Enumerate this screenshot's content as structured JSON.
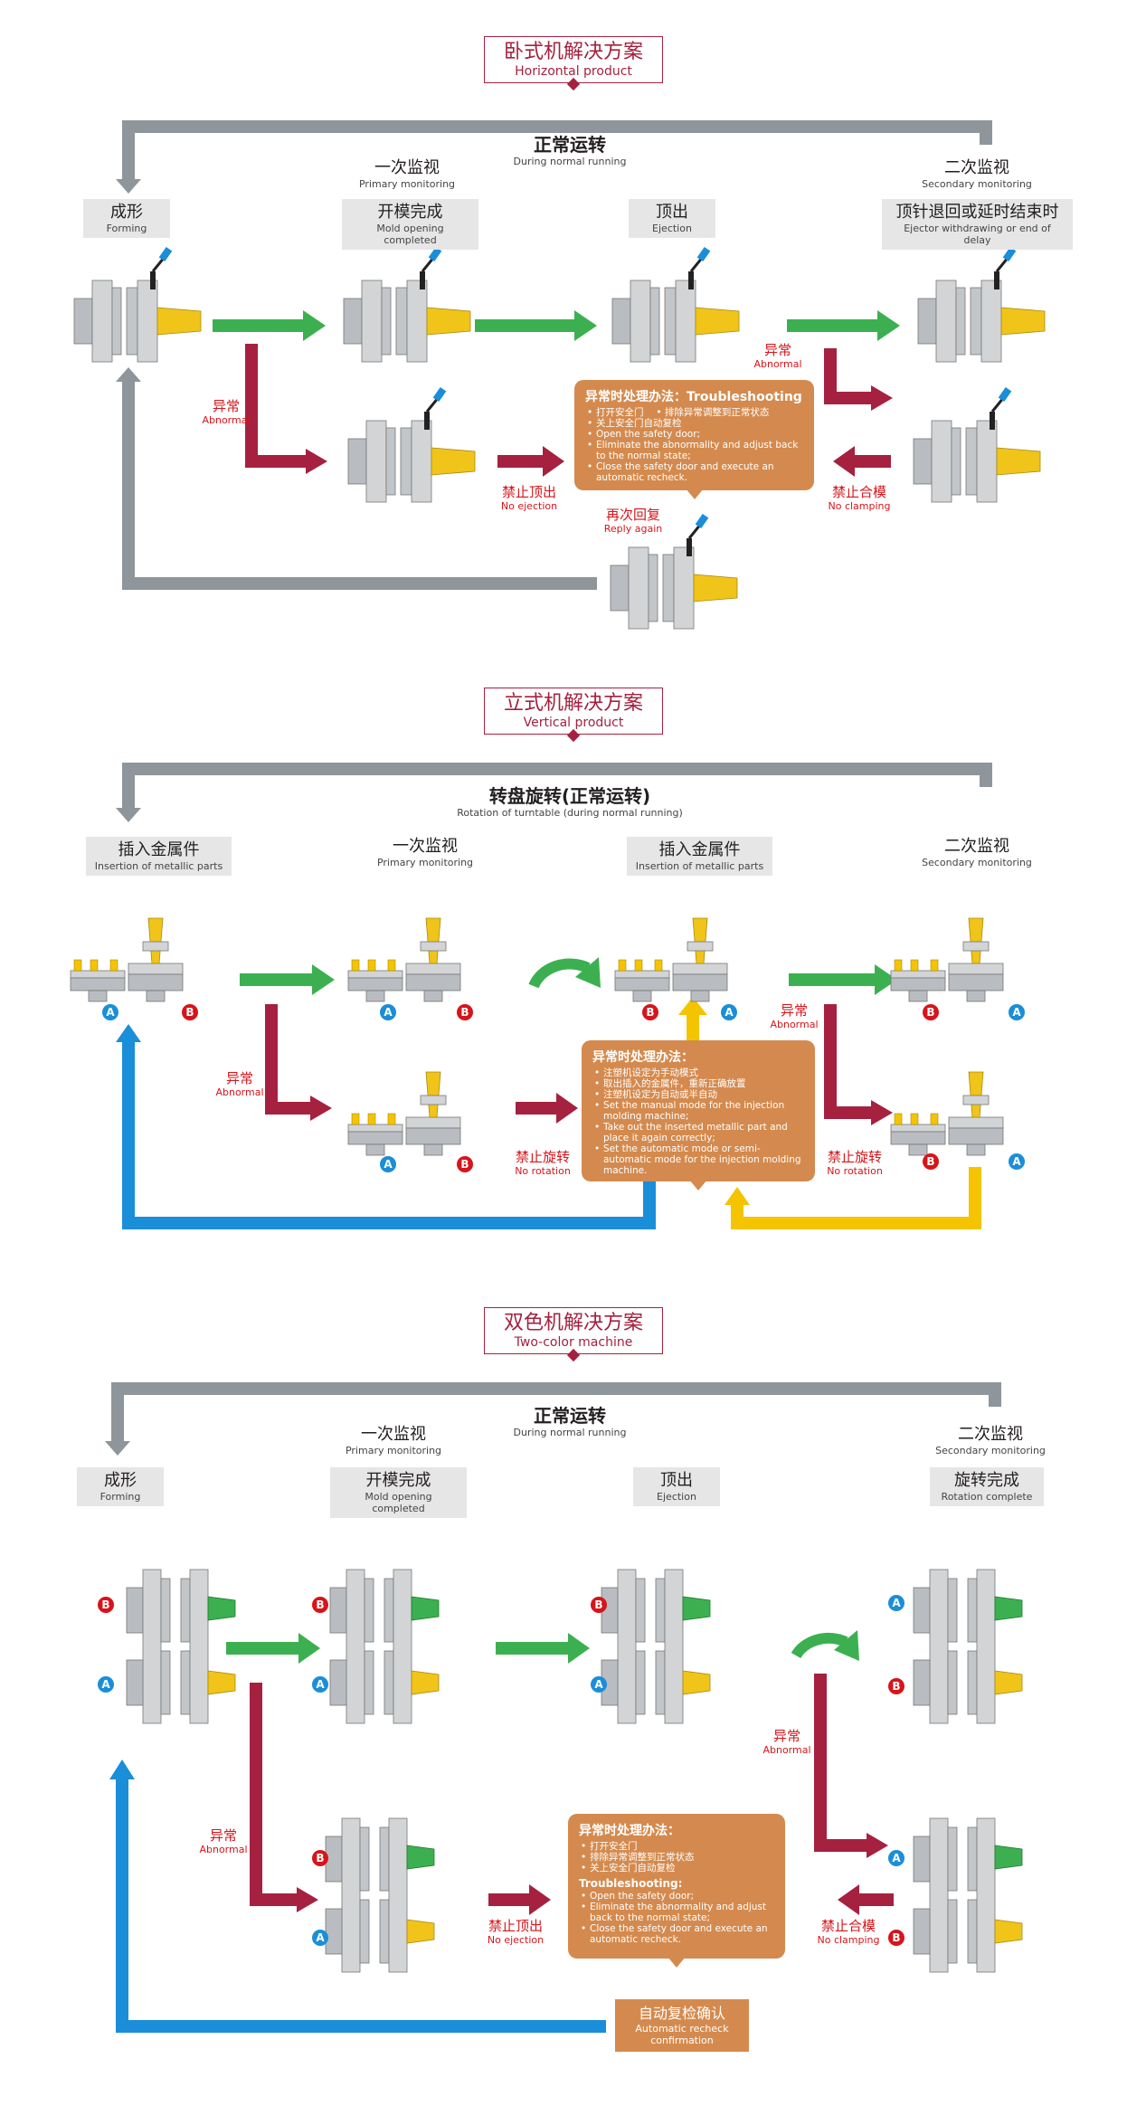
{
  "colors": {
    "green": "#3cb050",
    "maroon": "#a5213f",
    "gray": "#8e959b",
    "blue": "#1a8ed8",
    "yellow": "#f4c400",
    "orange": "#d48a4e",
    "red": "#d7141a"
  },
  "s1": {
    "title_zh": "卧式机解决方案",
    "title_en": "Horizontal product",
    "center_zh": "正常运转",
    "center_en": "During normal running",
    "st1_zh": "成形",
    "st1_en": "Forming",
    "st2_top_zh": "一次监视",
    "st2_top_en": "Primary monitoring",
    "st2_zh": "开模完成",
    "st2_en": "Mold opening completed",
    "st3_zh": "顶出",
    "st3_en": "Ejection",
    "st4_top_zh": "二次监视",
    "st4_top_en": "Secondary monitoring",
    "st4_zh": "顶针退回或延时结束时",
    "st4_en": "Ejector withdrawing or end of delay",
    "ab1_zh": "异常",
    "ab1_en": "Abnormal",
    "ab2_zh": "异常",
    "ab2_en": "Abnormal",
    "noeject_zh": "禁止顶出",
    "noeject_en": "No ejection",
    "noclamp_zh": "禁止合模",
    "noclamp_en": "No clamping",
    "reply_zh": "再次回复",
    "reply_en": "Reply again",
    "note": {
      "head": "异常时处理办法：Troubleshooting",
      "items": [
        "打开安全门　 • 排除异常调整到正常状态",
        "关上安全门自动复检",
        "Open the safety door;",
        "Eliminate the abnormality and adjust back to the normal state;",
        "Close the safety door and execute an automatic recheck."
      ]
    }
  },
  "s2": {
    "title_zh": "立式机解决方案",
    "title_en": "Vertical product",
    "center_zh": "转盘旋转(正常运转)",
    "center_en": "Rotation of turntable (during normal running)",
    "st1_zh": "插入金属件",
    "st1_en": "Insertion of metallic parts",
    "st2_zh": "一次监视",
    "st2_en": "Primary monitoring",
    "st3_zh": "插入金属件",
    "st3_en": "Insertion of metallic parts",
    "st4_zh": "二次监视",
    "st4_en": "Secondary monitoring",
    "ab1_zh": "异常",
    "ab1_en": "Abnormal",
    "ab2_zh": "异常",
    "ab2_en": "Abnormal",
    "norot1_zh": "禁止旋转",
    "norot1_en": "No rotation",
    "norot2_zh": "禁止旋转",
    "norot2_en": "No rotation",
    "note": {
      "head": "异常时处理办法：",
      "items": [
        "注塑机设定为手动模式",
        "取出插入的金属件，重新正确放置",
        "注塑机设定为自动或半自动",
        "Set the manual mode for the injection molding machine;",
        "Take out the inserted metallic part and place it again correctly;",
        "Set the automatic mode or semi-automatic mode for the injection molding machine."
      ]
    }
  },
  "s3": {
    "title_zh": "双色机解决方案",
    "title_en": "Two-color machine",
    "center_zh": "正常运转",
    "center_en": "During normal running",
    "st1_zh": "成形",
    "st1_en": "Forming",
    "st2_top_zh": "一次监视",
    "st2_top_en": "Primary monitoring",
    "st2_zh": "开模完成",
    "st2_en": "Mold opening completed",
    "st3_zh": "顶出",
    "st3_en": "Ejection",
    "st4_top_zh": "二次监视",
    "st4_top_en": "Secondary monitoring",
    "st4_zh": "旋转完成",
    "st4_en": "Rotation complete",
    "ab1_zh": "异常",
    "ab1_en": "Abnormal",
    "ab2_zh": "异常",
    "ab2_en": "Abnormal",
    "noeject_zh": "禁止顶出",
    "noeject_en": "No ejection",
    "noclamp_zh": "禁止合模",
    "noclamp_en": "No clamping",
    "recheck_zh": "自动复检确认",
    "recheck_en": "Automatic recheck confirmation",
    "note": {
      "head": "异常时处理办法：",
      "items": [
        "打开安全门",
        "排除异常调整到正常状态",
        "关上安全门自动复检"
      ],
      "sub": "Troubleshooting:",
      "items_en": [
        "Open the safety door;",
        "Eliminate the abnormality and adjust back to the normal state;",
        "Close the safety door and execute an automatic recheck."
      ]
    }
  },
  "badge_a": "A",
  "badge_b": "B"
}
